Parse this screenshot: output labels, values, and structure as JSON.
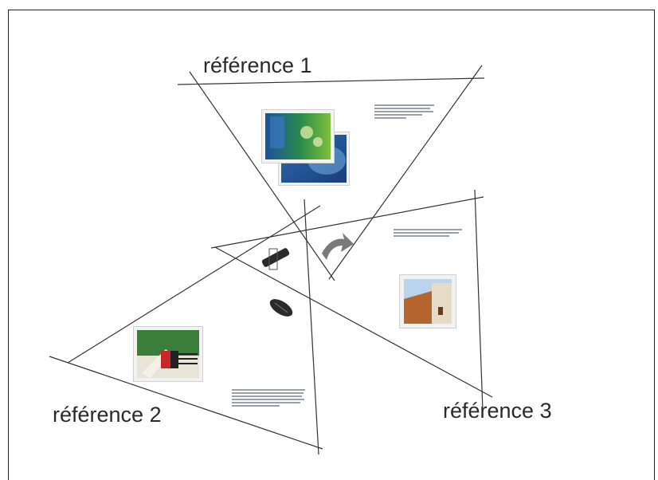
{
  "references": [
    {
      "id": 1,
      "label": "référence 1"
    },
    {
      "id": 2,
      "label": "référence 2"
    },
    {
      "id": 3,
      "label": "référence 3"
    }
  ],
  "images": [
    {
      "name": "ocean-photo",
      "description_colors": [
        "#1e6fb0",
        "#3f8f3a"
      ]
    },
    {
      "name": "brushes-photo",
      "description_colors": [
        "#2e7d32",
        "#c62828"
      ]
    },
    {
      "name": "building-photo",
      "description_colors": [
        "#a0522d",
        "#d9c7a4"
      ]
    }
  ],
  "colors": {
    "line": "#333333",
    "icon": "#2b2b2b",
    "arrow": "#7a7a7a"
  }
}
